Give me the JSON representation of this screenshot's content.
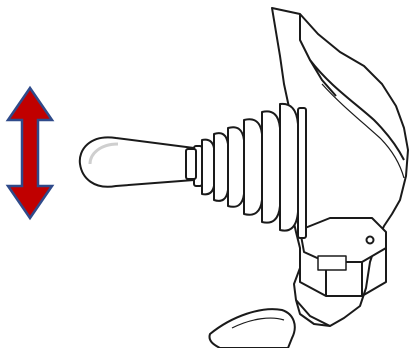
{
  "illustration": {
    "subject": "joystick-lever",
    "motion_indicator": {
      "icon": "double-headed-vertical-arrow",
      "direction": "up-down",
      "fill_color": "#c00000",
      "stroke_color": "#2f4a8a"
    },
    "colors": {
      "line": "#1a1a1a",
      "fill": "#ffffff",
      "shading": "#e8e8e8"
    }
  }
}
